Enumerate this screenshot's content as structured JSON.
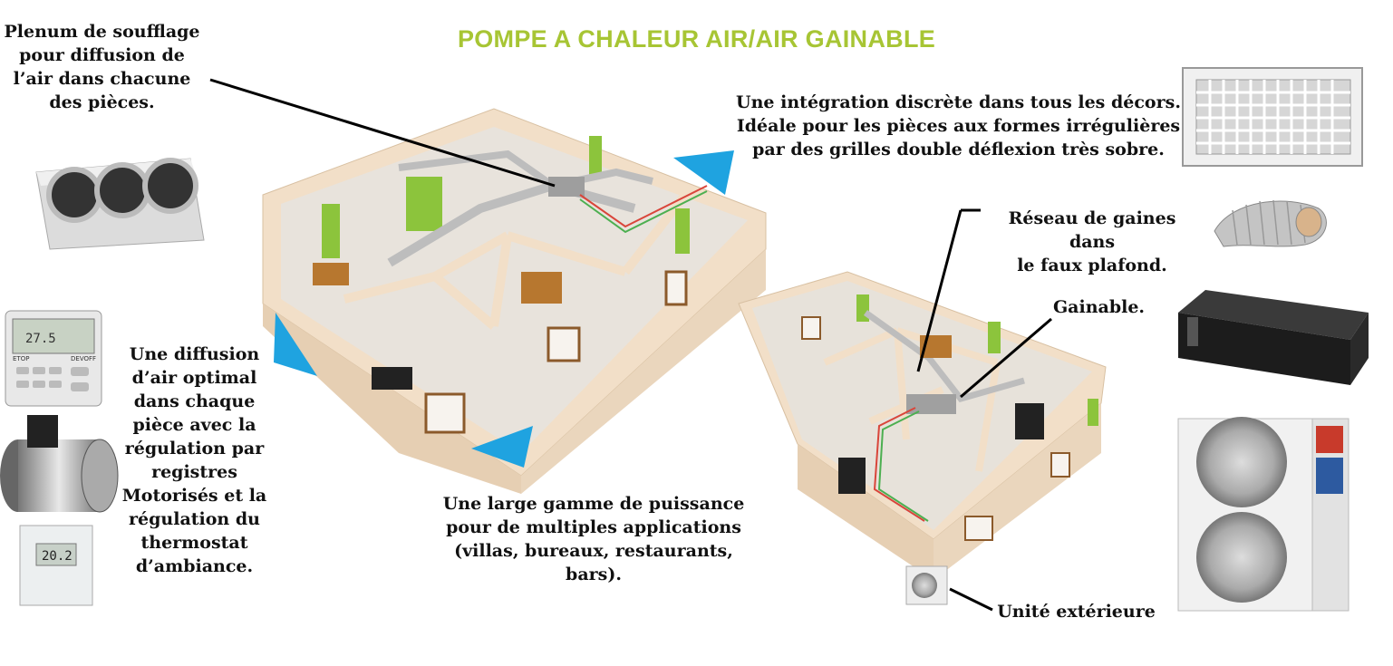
{
  "title": "POMPE A CHALEUR AIR/AIR GAINABLE",
  "labels": {
    "plenum": "Plenum de soufflage\npour diffusion de\nl’air dans chacune\ndes pièces.",
    "integration": "Une intégration discrète dans tous les décors.\nIdéale pour les pièces aux formes irrégulières\npar des grilles double déflexion très sobre.",
    "reseau": "Réseau de gaines dans\nle faux plafond.",
    "gainable": "Gainable.",
    "diffusion": "Une diffusion\nd’air optimal\ndans chaque\npièce avec la\nrégulation par\nregistres\nMotorisés et la\nrégulation du\nthermostat\nd’ambiance.",
    "gamme": "Une large gamme de puissance\npour de multiples applications\n(villas, bureaux, restaurants, bars).",
    "exterieure": "Unité extérieure"
  },
  "devices": {
    "remote_display_temp": "27.5",
    "remote_left_button": "ETOP",
    "remote_right_button": "DEVOFF",
    "thermostat_display": "20.2"
  },
  "colors": {
    "title": "#a7c534",
    "arrow": "#1fa3e0",
    "wall": "#f2dfc8",
    "green": "#8cc43c"
  }
}
